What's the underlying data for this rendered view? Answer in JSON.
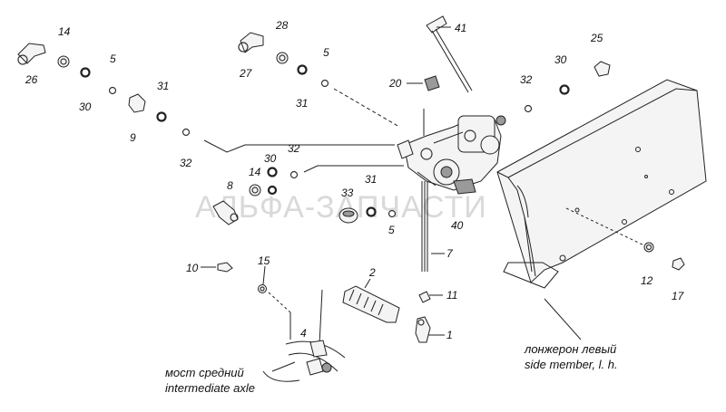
{
  "watermark": "АЛЬФА-ЗАПЧАСТИ",
  "labels": {
    "p1": "1",
    "p2": "2",
    "p4": "4",
    "p5a": "5",
    "p5b": "5",
    "p5c": "5",
    "p7": "7",
    "p8": "8",
    "p9": "9",
    "p10": "10",
    "p11": "11",
    "p12": "12",
    "p14a": "14",
    "p14b": "14",
    "p15": "15",
    "p17": "17",
    "p20": "20",
    "p25": "25",
    "p26": "26",
    "p27": "27",
    "p28": "28",
    "p30a": "30",
    "p30b": "30",
    "p30c": "30",
    "p31a": "31",
    "p31b": "31",
    "p31c": "31",
    "p32a": "32",
    "p32b": "32",
    "p32c": "32",
    "p33": "33",
    "p40": "40",
    "p41": "41"
  },
  "captions": {
    "axle_ru": "мост средний",
    "axle_en": "intermediate axle",
    "member_ru": "лонжерон левый",
    "member_en": "side member, l. h."
  }
}
